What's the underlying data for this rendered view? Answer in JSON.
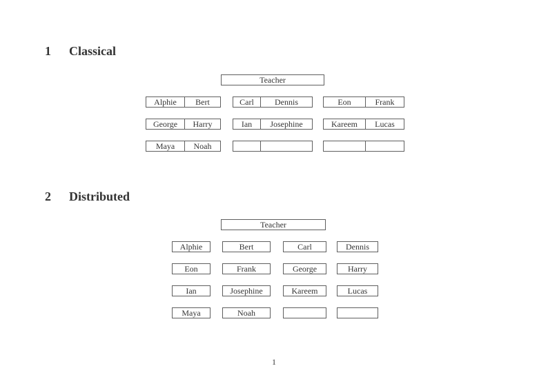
{
  "page": {
    "number": "1",
    "ink_color": "#333333",
    "border_color": "#5e5e5e",
    "background": "#ffffff"
  },
  "sections": [
    {
      "number": "1",
      "title": "Classical"
    },
    {
      "number": "2",
      "title": "Distributed"
    }
  ],
  "classical": {
    "teacher_label": "Teacher",
    "columns": [
      {
        "rows": [
          [
            "Alphie",
            "Bert"
          ],
          [
            "George",
            "Harry"
          ],
          [
            "Maya",
            "Noah"
          ]
        ]
      },
      {
        "rows": [
          [
            "Carl",
            "Dennis"
          ],
          [
            "Ian",
            "Josephine"
          ],
          [
            "",
            ""
          ]
        ]
      },
      {
        "rows": [
          [
            "Eon",
            "Frank"
          ],
          [
            "Kareem",
            "Lucas"
          ],
          [
            "",
            ""
          ]
        ]
      }
    ]
  },
  "distributed": {
    "teacher_label": "Teacher",
    "rows": [
      [
        "Alphie",
        "Bert",
        "Carl",
        "Dennis"
      ],
      [
        "Eon",
        "Frank",
        "George",
        "Harry"
      ],
      [
        "Ian",
        "Josephine",
        "Kareem",
        "Lucas"
      ],
      [
        "Maya",
        "Noah",
        "",
        ""
      ]
    ]
  }
}
